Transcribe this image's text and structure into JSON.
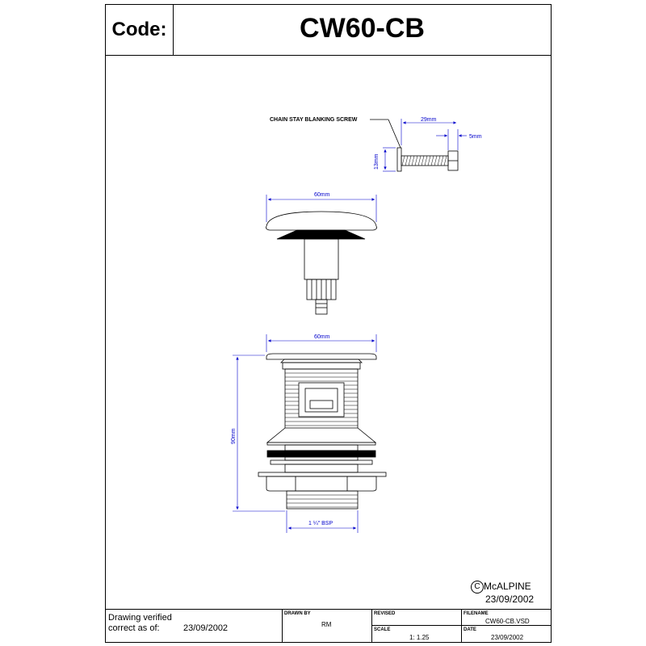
{
  "header": {
    "code_label": "Code:",
    "code_value": "CW60-CB"
  },
  "callouts": {
    "screw_label": "CHAIN STAY BLANKING SCREW"
  },
  "dimensions": {
    "screw_length": "29mm",
    "screw_head": "5mm",
    "screw_plate": "13mm",
    "plug_width": "60mm",
    "body_width": "60mm",
    "body_height": "90mm",
    "thread": "1 ¼\" BSP"
  },
  "copyright": {
    "symbol": "C",
    "owner": "McALPINE",
    "date": "23/09/2002"
  },
  "footer": {
    "verified_label_1": "Drawing verified",
    "verified_label_2": "correct as of:",
    "verified_date": "23/09/2002",
    "drawn_by_label": "DRAWN BY",
    "drawn_by_value": "RM",
    "revised_label": "REVISED",
    "revised_value": "",
    "scale_label": "SCALE",
    "scale_value": "1: 1.25",
    "filename_label": "FILENAME",
    "filename_value": "CW60-CB.VSD",
    "date_label": "DATE",
    "date_value": "23/09/2002"
  }
}
